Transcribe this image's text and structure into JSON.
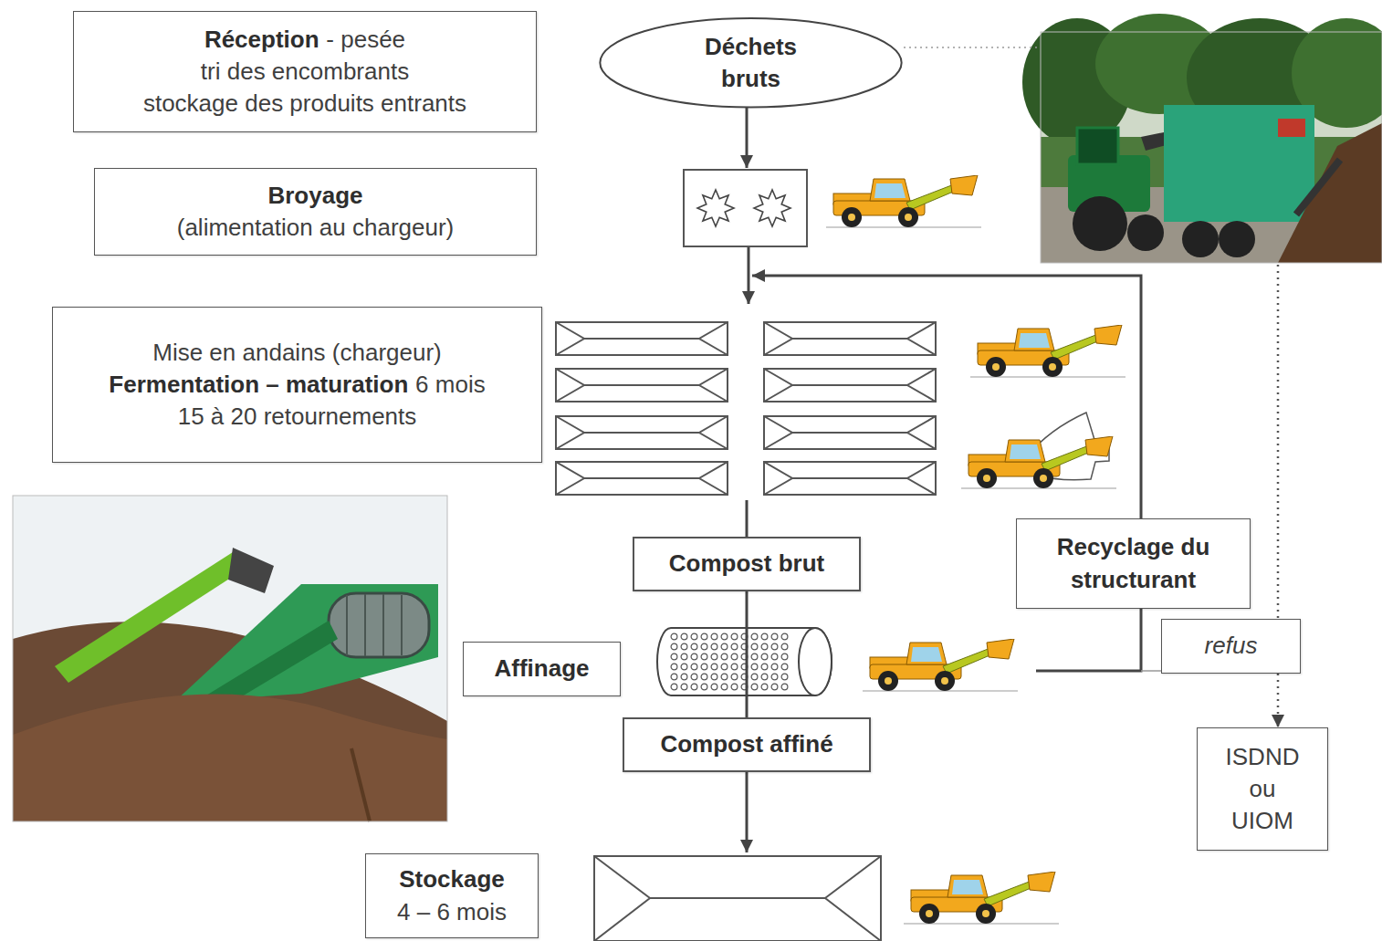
{
  "diagram": {
    "nodes": [
      {
        "text": [
          "Réception",
          "- pesée",
          "tri des encombrants",
          "stockage des produits entrants"
        ]
      },
      {
        "text": [
          "Déchets bruts"
        ]
      },
      {
        "text": [
          "Broyage",
          "(alimentation au chargeur)"
        ]
      },
      {
        "text": [
          "Mise en andains (chargeur)",
          "Fermentation – maturation",
          "6 mois",
          "15 à 20 retournements"
        ]
      },
      {
        "text": [
          "Compost brut"
        ]
      },
      {
        "text": [
          "Recyclage du structurant"
        ]
      },
      {
        "text": [
          "Affinage"
        ]
      },
      {
        "text": [
          "refus"
        ]
      },
      {
        "text": [
          "Compost affiné"
        ]
      },
      {
        "text": [
          "ISDND ou UIOM"
        ]
      },
      {
        "text": [
          "Stockage",
          "4 – 6 mois"
        ]
      }
    ],
    "edges": [
      {
        "from": 4,
        "to": 8,
        "arrow": "none"
      },
      {
        "from": 7,
        "to": 9,
        "arrow": "to"
      }
    ]
  }
}
